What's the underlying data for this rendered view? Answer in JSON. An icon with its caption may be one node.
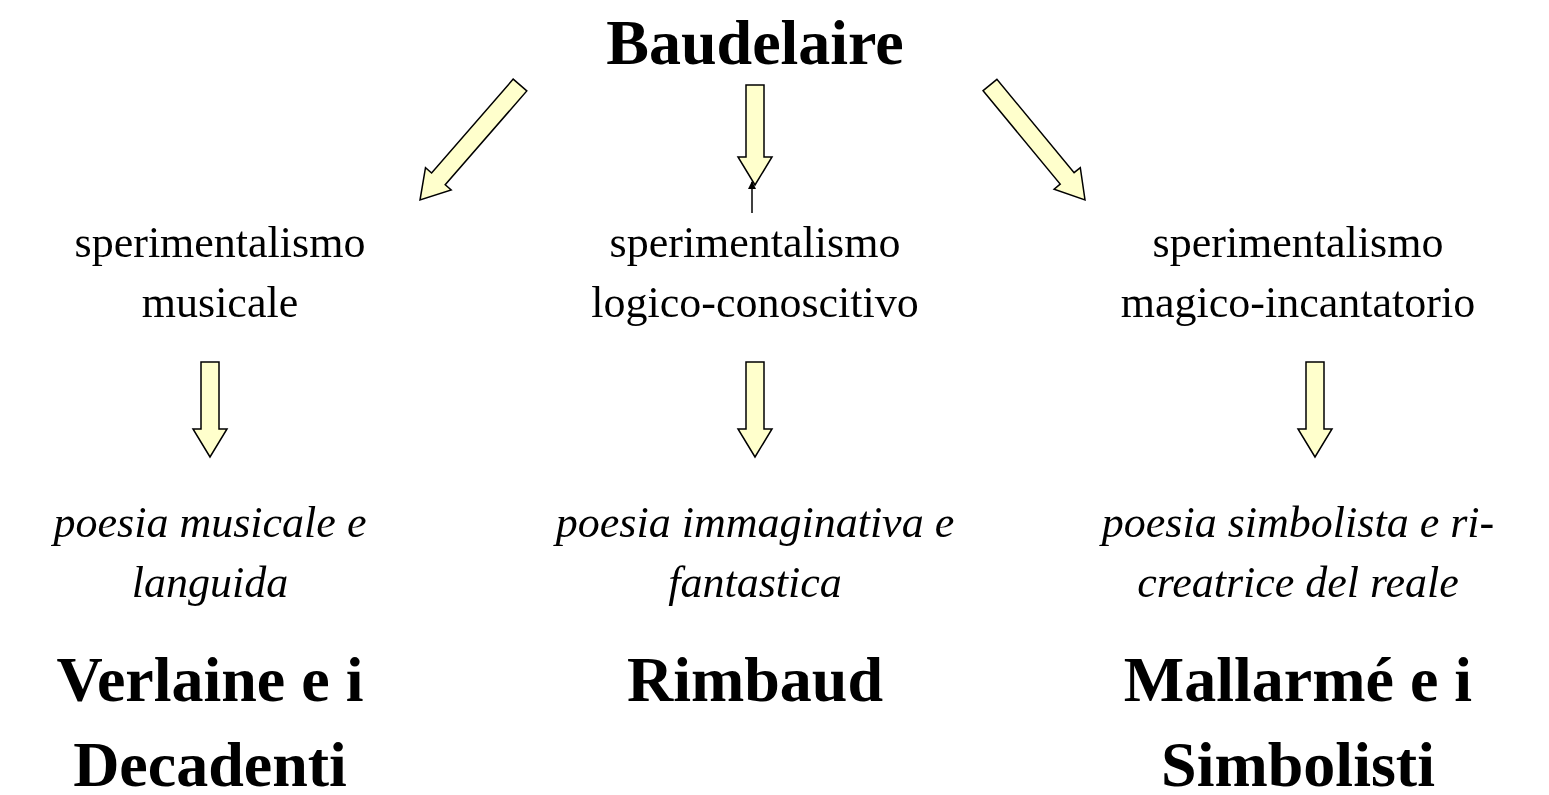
{
  "diagram": {
    "nodes": [
      {
        "text": [
          "Baudelaire"
        ]
      },
      {
        "text": [
          "sperimentalismo musicale"
        ]
      },
      {
        "text": [
          "sperimentalismo logico-conoscitivo"
        ]
      },
      {
        "text": [
          "sperimentalismo magico-incantatorio"
        ]
      },
      {
        "text": [
          "poesia musicale e languida",
          "Verlaine e i Decadenti"
        ]
      },
      {
        "text": [
          "poesia immaginativa e fantastica",
          "Rimbaud"
        ]
      },
      {
        "text": [
          "poesia simbolista e ri-creatrice del reale",
          "Mallarmé e i Simbolisti"
        ]
      }
    ],
    "edges": [
      {
        "from": 0,
        "to": 1,
        "arrow": "to",
        "style": "thick"
      },
      {
        "from": 0,
        "to": 2,
        "arrow": "to",
        "style": "thick"
      },
      {
        "from": 0,
        "to": 3,
        "arrow": "to",
        "style": "thick"
      },
      {
        "from": 2,
        "to": null,
        "arrow": "to"
      },
      {
        "from": 1,
        "to": 4,
        "arrow": "to",
        "style": "thick"
      },
      {
        "from": 2,
        "to": 5,
        "arrow": "to",
        "style": "thick"
      },
      {
        "from": 3,
        "to": 6,
        "arrow": "to",
        "style": "thick"
      }
    ]
  }
}
